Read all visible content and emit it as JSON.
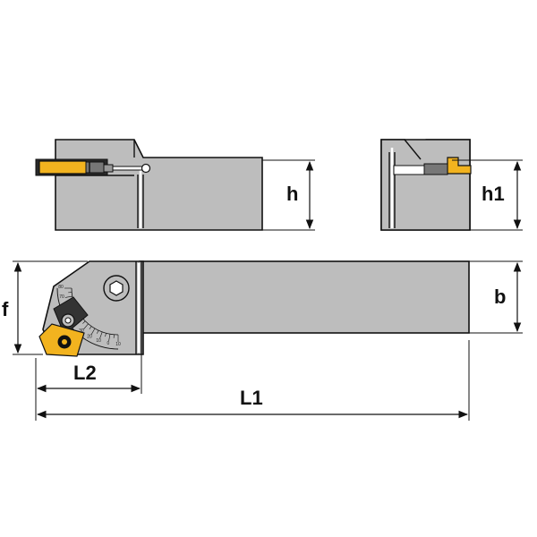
{
  "dimensions": {
    "h": "h",
    "h1": "h1",
    "f": "f",
    "b": "b",
    "L2": "L2",
    "L1": "L1"
  },
  "colors": {
    "body": "#bdbdbd",
    "insert": "#f2b31f",
    "outline": "#111111"
  },
  "protractor_scale": [
    "80",
    "70",
    "60",
    "50",
    "40",
    "30",
    "20",
    "10",
    "0",
    "10"
  ]
}
